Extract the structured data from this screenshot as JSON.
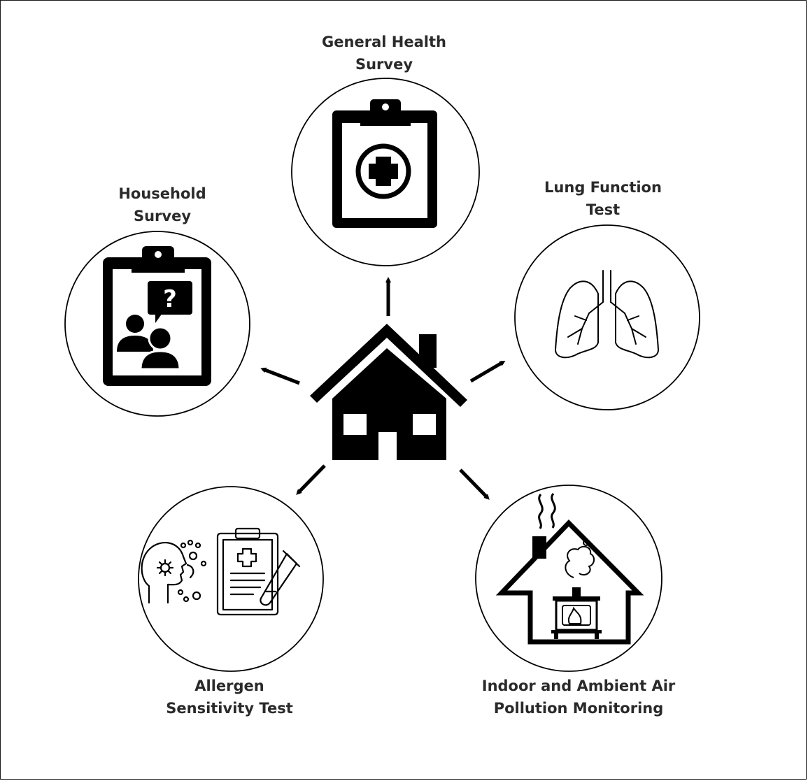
{
  "nodes": {
    "general_health": {
      "line1": "General Health",
      "line2": "Survey",
      "icon": "clipboard-medical-cross-icon"
    },
    "household": {
      "line1": "Household",
      "line2": "Survey",
      "icon": "clipboard-people-question-icon"
    },
    "lung_function": {
      "line1": "Lung Function",
      "line2": "Test",
      "icon": "lungs-icon"
    },
    "allergen": {
      "line1": "Allergen",
      "line2": "Sensitivity Test",
      "icon": "allergen-test-icon"
    },
    "air_pollution": {
      "line1": "Indoor and Ambient Air",
      "line2": "Pollution Monitoring",
      "icon": "house-stove-smoke-icon"
    }
  },
  "center": {
    "icon": "house-icon"
  },
  "colors": {
    "ink": "#000000",
    "text": "#2a2a2a",
    "background": "#ffffff"
  }
}
